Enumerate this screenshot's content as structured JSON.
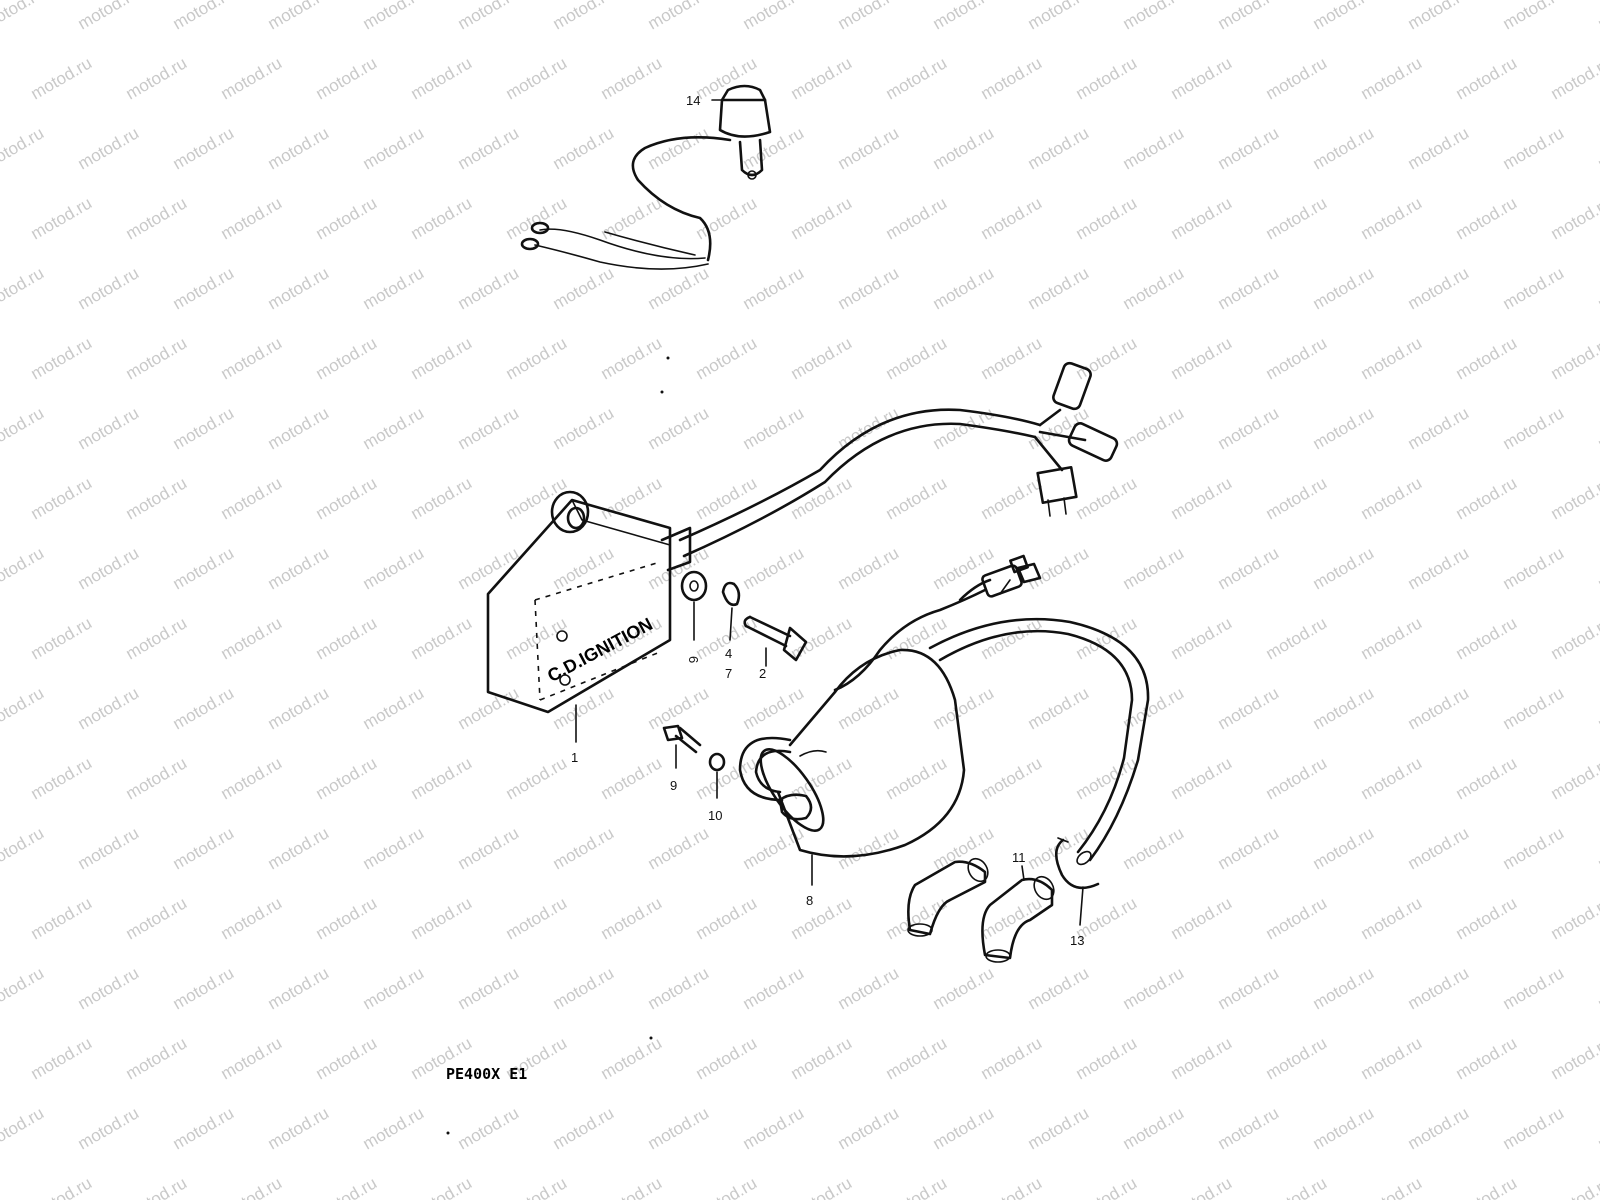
{
  "watermark": {
    "text": "motod.ru",
    "color": "#c9c9c9"
  },
  "diagram": {
    "model_code": "PE400X E1",
    "unit_label_main": "C.D.IGNITION",
    "line_color": "#111111",
    "callouts": [
      {
        "id": "14",
        "label": "14"
      },
      {
        "id": "1",
        "label": "1"
      },
      {
        "id": "6",
        "label": "6"
      },
      {
        "id": "4",
        "label": "4"
      },
      {
        "id": "7",
        "label": "7"
      },
      {
        "id": "2",
        "label": "2"
      },
      {
        "id": "9",
        "label": "9"
      },
      {
        "id": "10",
        "label": "10"
      },
      {
        "id": "8",
        "label": "8"
      },
      {
        "id": "11",
        "label": "11"
      },
      {
        "id": "13",
        "label": "13"
      }
    ]
  }
}
